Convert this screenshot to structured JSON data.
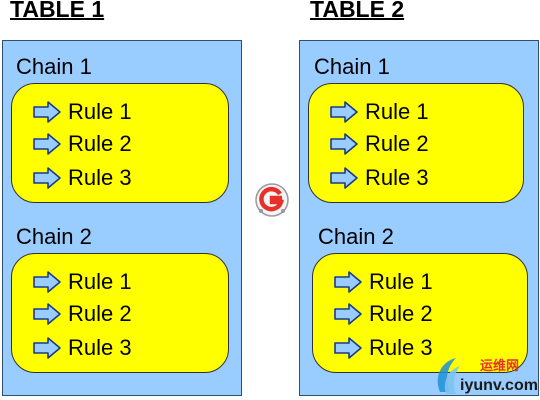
{
  "tables": [
    {
      "title": "TABLE 1",
      "chains": [
        {
          "label": "Chain 1",
          "rules": [
            "Rule 1",
            "Rule 2",
            "Rule 3"
          ]
        },
        {
          "label": "Chain 2",
          "rules": [
            "Rule 1",
            "Rule 2",
            "Rule 3"
          ]
        }
      ]
    },
    {
      "title": "TABLE 2",
      "chains": [
        {
          "label": "Chain 1",
          "rules": [
            "Rule 1",
            "Rule 2",
            "Rule 3"
          ]
        },
        {
          "label": "Chain 2",
          "rules": [
            "Rule 1",
            "Rule 2",
            "Rule 3"
          ]
        }
      ]
    }
  ],
  "center_icon": {
    "name": "g-logo-icon",
    "color": "#e8302a"
  },
  "watermark": {
    "text_cn": "运维网",
    "text": "iyunv.com"
  },
  "colors": {
    "table_bg": "#99ccff",
    "chain_bg": "#ffff00",
    "arrow_fill": "#99ccff",
    "arrow_stroke": "#1a3a8a"
  }
}
